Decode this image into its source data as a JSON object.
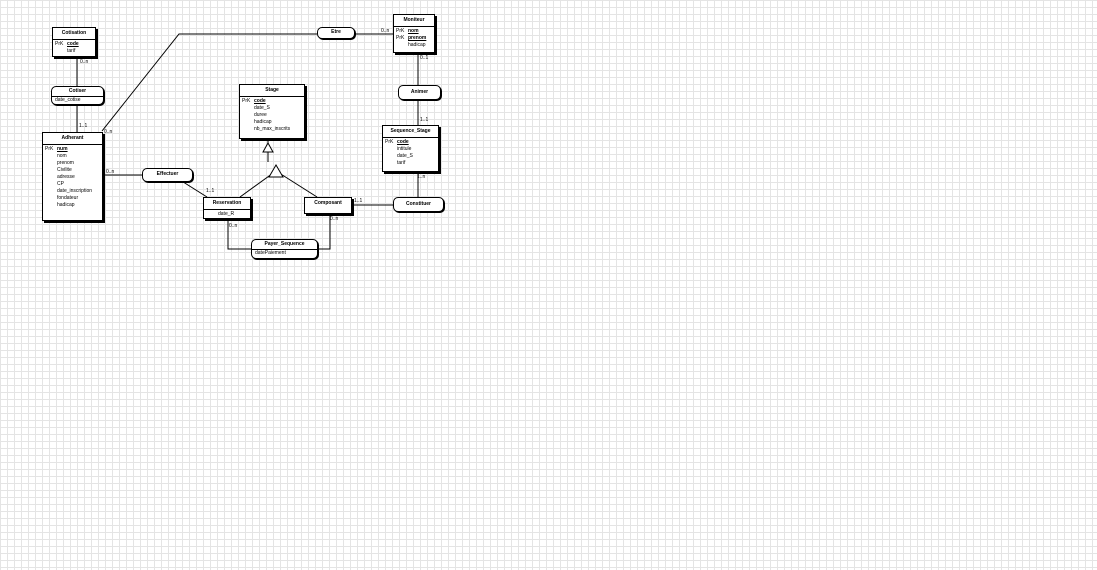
{
  "entities": {
    "cotisation": {
      "title": "Cotisation",
      "rows": [
        {
          "pk": "PrK",
          "name": "code",
          "key": true
        },
        {
          "pk": "",
          "name": "tarif",
          "key": false
        }
      ]
    },
    "adherant": {
      "title": "Adherant",
      "rows": [
        {
          "pk": "PrK",
          "name": "num",
          "key": true
        },
        {
          "pk": "",
          "name": "nom",
          "key": false
        },
        {
          "pk": "",
          "name": "prenom",
          "key": false
        },
        {
          "pk": "",
          "name": "Civilite",
          "key": false
        },
        {
          "pk": "",
          "name": "adresse",
          "key": false
        },
        {
          "pk": "",
          "name": "CP",
          "key": false
        },
        {
          "pk": "",
          "name": "date_inscription",
          "key": false
        },
        {
          "pk": "",
          "name": "fondateur",
          "key": false
        },
        {
          "pk": "",
          "name": "hadicap",
          "key": false
        }
      ]
    },
    "moniteur": {
      "title": "Moniteur",
      "rows": [
        {
          "pk": "PrK",
          "name": "nom",
          "key": true
        },
        {
          "pk": "PrK",
          "name": "prenom",
          "key": true
        },
        {
          "pk": "",
          "name": "hadicap",
          "key": false
        }
      ]
    },
    "stage": {
      "title": "Stage",
      "rows": [
        {
          "pk": "PrK",
          "name": "code",
          "key": true
        },
        {
          "pk": "",
          "name": "date_S",
          "key": false
        },
        {
          "pk": "",
          "name": "duree",
          "key": false
        },
        {
          "pk": "",
          "name": "hadicap",
          "key": false
        },
        {
          "pk": "",
          "name": "nb_max_inscrits",
          "key": false
        }
      ]
    },
    "sequence_stage": {
      "title": "Sequence_Stage",
      "rows": [
        {
          "pk": "PrK",
          "name": "code",
          "key": true
        },
        {
          "pk": "",
          "name": "intitule",
          "key": false
        },
        {
          "pk": "",
          "name": "date_S",
          "key": false
        },
        {
          "pk": "",
          "name": "tarif",
          "key": false
        }
      ]
    },
    "reservation": {
      "title": "Reservation",
      "rows": [
        {
          "pk": "",
          "name": "date_R",
          "key": false
        }
      ]
    },
    "composant": {
      "title": "Composant",
      "rows": []
    }
  },
  "associations": {
    "cotiser": {
      "title": "Cotiser",
      "attrs": [
        "date_cotise"
      ]
    },
    "etre": {
      "title": "Etre",
      "attrs": []
    },
    "animer": {
      "title": "Animer",
      "attrs": []
    },
    "effectuer": {
      "title": "Effectuer",
      "attrs": []
    },
    "constituer": {
      "title": "Constituer",
      "attrs": []
    },
    "payer_sequence": {
      "title": "Payer_Sequence",
      "attrs": [
        "datePaiement"
      ]
    }
  },
  "cardinalities": {
    "cotisation_cotiser": "0..n",
    "adherant_cotiser": "1..1",
    "adherant_etre": "0..n",
    "moniteur_etre": "0..n",
    "moniteur_animer": "0..1",
    "sequence_animer": "1..1",
    "adherant_effectuer": "0..n",
    "reservation_effectuer": "1..1",
    "sequence_constituer": "1..n",
    "composant_constituer": "1..1",
    "reservation_payer": "0..n",
    "composant_payer": "0..n"
  }
}
